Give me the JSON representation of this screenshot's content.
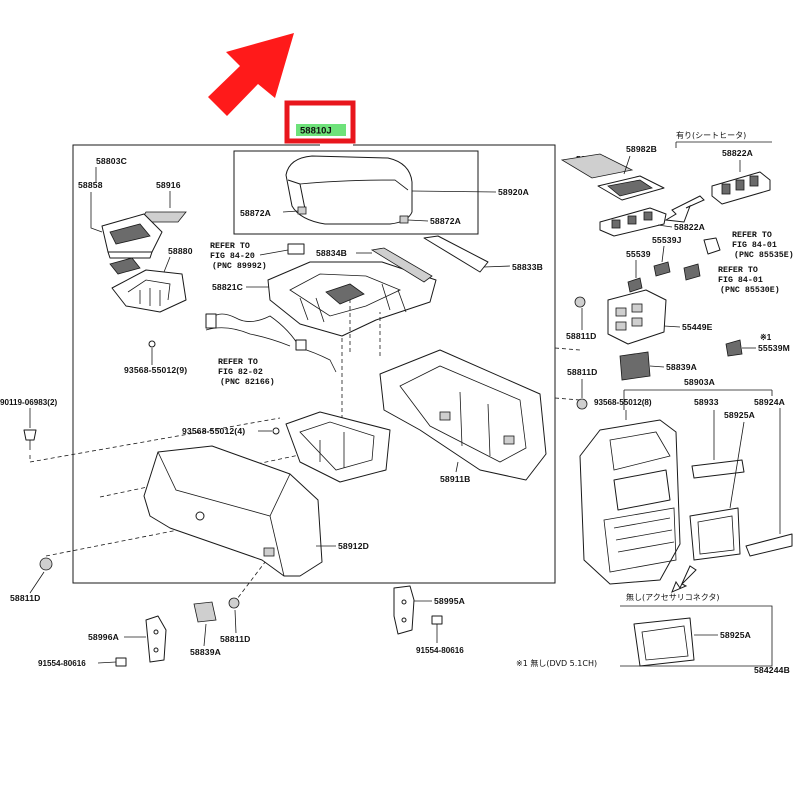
{
  "highlight": {
    "part": "58810J",
    "arrow_color": "#ff1a1a",
    "box_color": "#e8161d",
    "text_bg": "#6ee27a"
  },
  "labels": {
    "p58803C": "58803C",
    "p58858": "58858",
    "p58916": "58916",
    "p58880": "58880",
    "p58821C": "58821C",
    "p58872A_left": "58872A",
    "p58872A_right": "58872A",
    "p58920A": "58920A",
    "p58834B": "58834B",
    "p58833B": "58833B",
    "p93568_9": "93568-55012(9)",
    "p93568_4": "93568-55012(4)",
    "p93568_8": "93568-55012(8)",
    "p90119": "90119-06983(2)",
    "p58911B": "58911B",
    "p58912D": "58912D",
    "p58811D_a": "58811D",
    "p58811D_b": "58811D",
    "p58811D_c": "58811D",
    "p58811D_d": "58811D",
    "p58839A_a": "58839A",
    "p58839A_b": "58839A",
    "p58996A": "58996A",
    "p91554_a": "91554-80616",
    "p91554_b": "91554-80616",
    "p58995A": "58995A",
    "p58815B": "58815B",
    "p58982B": "58982B",
    "p58822A_a": "58822A",
    "p58822A_b": "58822A",
    "p55539J": "55539J",
    "p55539": "55539",
    "p55539M": "55539M",
    "p55449E": "55449E",
    "p58903A": "58903A",
    "p58933": "58933",
    "p58924A": "58924A",
    "p58925A_a": "58925A",
    "p58925A_b": "58925A",
    "note1": "※1",
    "seat_heater": "有り(シートヒータ)",
    "no_accessory": "無し(アクセサリコネクタ)",
    "footnote": "※1 無し(DVD 5.1CH)",
    "figure_id": "584244B"
  },
  "references": [
    {
      "l1": "REFER TO",
      "l2": "FIG 84-20",
      "l3": "(PNC 89992)"
    },
    {
      "l1": "REFER TO",
      "l2": "FIG 82-02",
      "l3": "(PNC 82166)"
    },
    {
      "l1": "REFER TO",
      "l2": "FIG 84-01",
      "l3": "(PNC 85535E)"
    },
    {
      "l1": "REFER TO",
      "l2": "FIG 84-01",
      "l3": "(PNC 85530E)"
    }
  ]
}
